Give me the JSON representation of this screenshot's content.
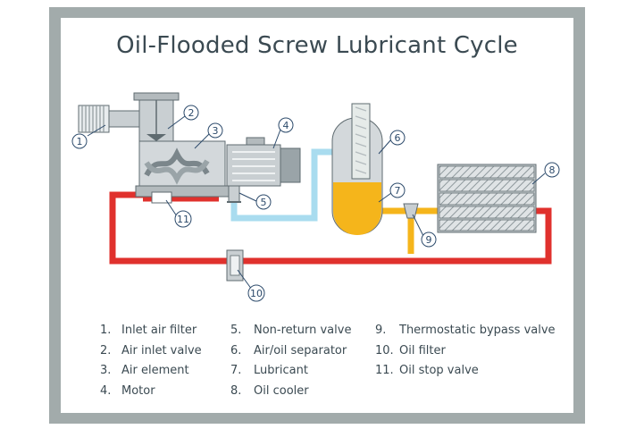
{
  "title": "Oil-Flooded Screw Lubricant Cycle",
  "callouts": [
    "1",
    "2",
    "3",
    "4",
    "5",
    "6",
    "7",
    "8",
    "9",
    "10",
    "11"
  ],
  "legend": {
    "col1": [
      {
        "num": "1.",
        "label": "Inlet air filter"
      },
      {
        "num": "2.",
        "label": "Air inlet valve"
      },
      {
        "num": "3.",
        "label": "Air element"
      },
      {
        "num": "4.",
        "label": "Motor"
      }
    ],
    "col2": [
      {
        "num": "5.",
        "label": "Non-return valve"
      },
      {
        "num": "6.",
        "label": "Air/oil separator"
      },
      {
        "num": "7.",
        "label": "Lubricant"
      },
      {
        "num": "8.",
        "label": "Oil cooler"
      }
    ],
    "col3": [
      {
        "num": "9.",
        "label": "Thermostatic bypass valve"
      },
      {
        "num": "10.",
        "label": "Oil filter"
      },
      {
        "num": "11.",
        "label": "Oil stop valve"
      }
    ]
  },
  "colors": {
    "oil_hot": "#e0312d",
    "oil_lubricant": "#f5b51b",
    "air_line": "#a9dcef",
    "component_gray": "#c9cfd2",
    "outline": "#5f6b70",
    "callout": "#2c4a6b",
    "frame": "#a2abab"
  }
}
